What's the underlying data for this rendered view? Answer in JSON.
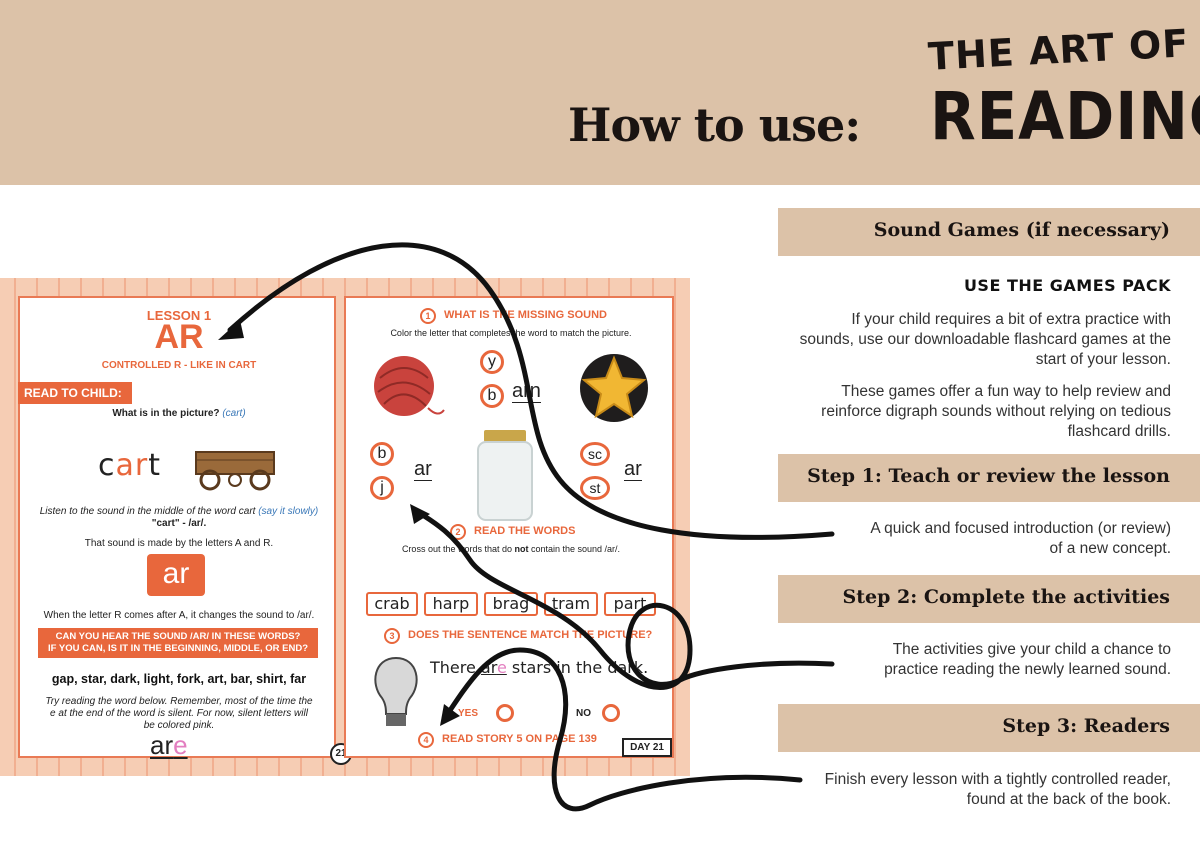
{
  "header": {
    "title": "How to use:",
    "logo_line1": "THE ART OF",
    "logo_line2": "READING"
  },
  "sections": [
    {
      "bar": "Sound Games (if necessary)"
    },
    {
      "bar": "Step 1: Teach or review the  lesson"
    },
    {
      "bar": "Step 2: Complete the activities"
    },
    {
      "bar": "Step 3: Readers"
    }
  ],
  "games": {
    "subhead": "USE THE GAMES PACK",
    "p1_l1": "If your child requires a bit of extra practice with",
    "p1_l2": "sounds, use our downloadable flashcard games at the",
    "p1_l3": "start of your lesson.",
    "p2_l1": "These games offer a fun way to help review and",
    "p2_l2": "reinforce digraph sounds without relying on tedious",
    "p2_l3": "flashcard drills."
  },
  "step1": {
    "l1": "A quick and focused introduction (or review)",
    "l2": "of a new concept."
  },
  "step2": {
    "l1": "The  activities give your child a chance to",
    "l2": "practice reading the newly learned sound."
  },
  "step3": {
    "l1": "Finish every lesson with a tightly controlled reader,",
    "l2": "found at the back of the book."
  },
  "workbook": {
    "left": {
      "lesson": "LESSON 1",
      "big": "AR",
      "controlled": "CONTROLLED R - LIKE IN CART",
      "tag": "READ TO CHILD:",
      "q": "What is in the picture?",
      "q_ans": "(cart)",
      "word_c": "c",
      "word_ar": "ar",
      "word_t": "t",
      "listen": "Listen to the sound in the middle of the word cart",
      "listen_hint": "(say it slowly)",
      "cart_ar": "\"cart\" - /ar/.",
      "made_by": "That sound is made by the letters A and R.",
      "ar_box": "ar",
      "after": "When the letter R comes after A, it changes the sound to /ar/.",
      "bar_l1": "CAN YOU HEAR THE SOUND /AR/ IN THESE WORDS?",
      "bar_l2": "IF YOU CAN, IS IT IN THE BEGINNING, MIDDLE, OR END?",
      "words": "gap, star, dark, light, fork, art, bar, shirt, far",
      "try_l1": "Try reading the word below. Remember, most of the time the",
      "try_l2": "e at the end of the word is silent. For now, silent letters will",
      "try_l3": "be colored pink.",
      "are_ar": "ar",
      "are_e": "e",
      "page": "21"
    },
    "right": {
      "h1_num": "1",
      "h1": "WHAT IS THE MISSING SOUND",
      "h1_sub": "Color the letter that completes the word to match the picture.",
      "y": "y",
      "b1": "b",
      "arn": "arn",
      "b2": "b",
      "j": "j",
      "ar1": "ar",
      "sc": "sc",
      "st": "st",
      "ar2": "ar",
      "h2_num": "2",
      "h2": "READ THE WORDS",
      "h2_sub_a": "Cross out the words that do ",
      "h2_sub_not": "not",
      "h2_sub_b": " contain the sound /ar/.",
      "words": [
        "crab",
        "harp",
        "brag",
        "tram",
        "part"
      ],
      "h3_num": "3",
      "h3": "DOES THE SENTENCE MATCH THE PICTURE?",
      "sent_a": "There ",
      "sent_ar": "ar",
      "sent_e": "e",
      "sent_b": " stars in the dark.",
      "yes": "YES",
      "no": "NO",
      "h4_num": "4",
      "h4": "READ STORY 5 ON PAGE 139",
      "day": "DAY 21"
    }
  },
  "colors": {
    "accent": "#e8673c",
    "tan": "#dcc2a8",
    "ink": "#1a1412"
  }
}
